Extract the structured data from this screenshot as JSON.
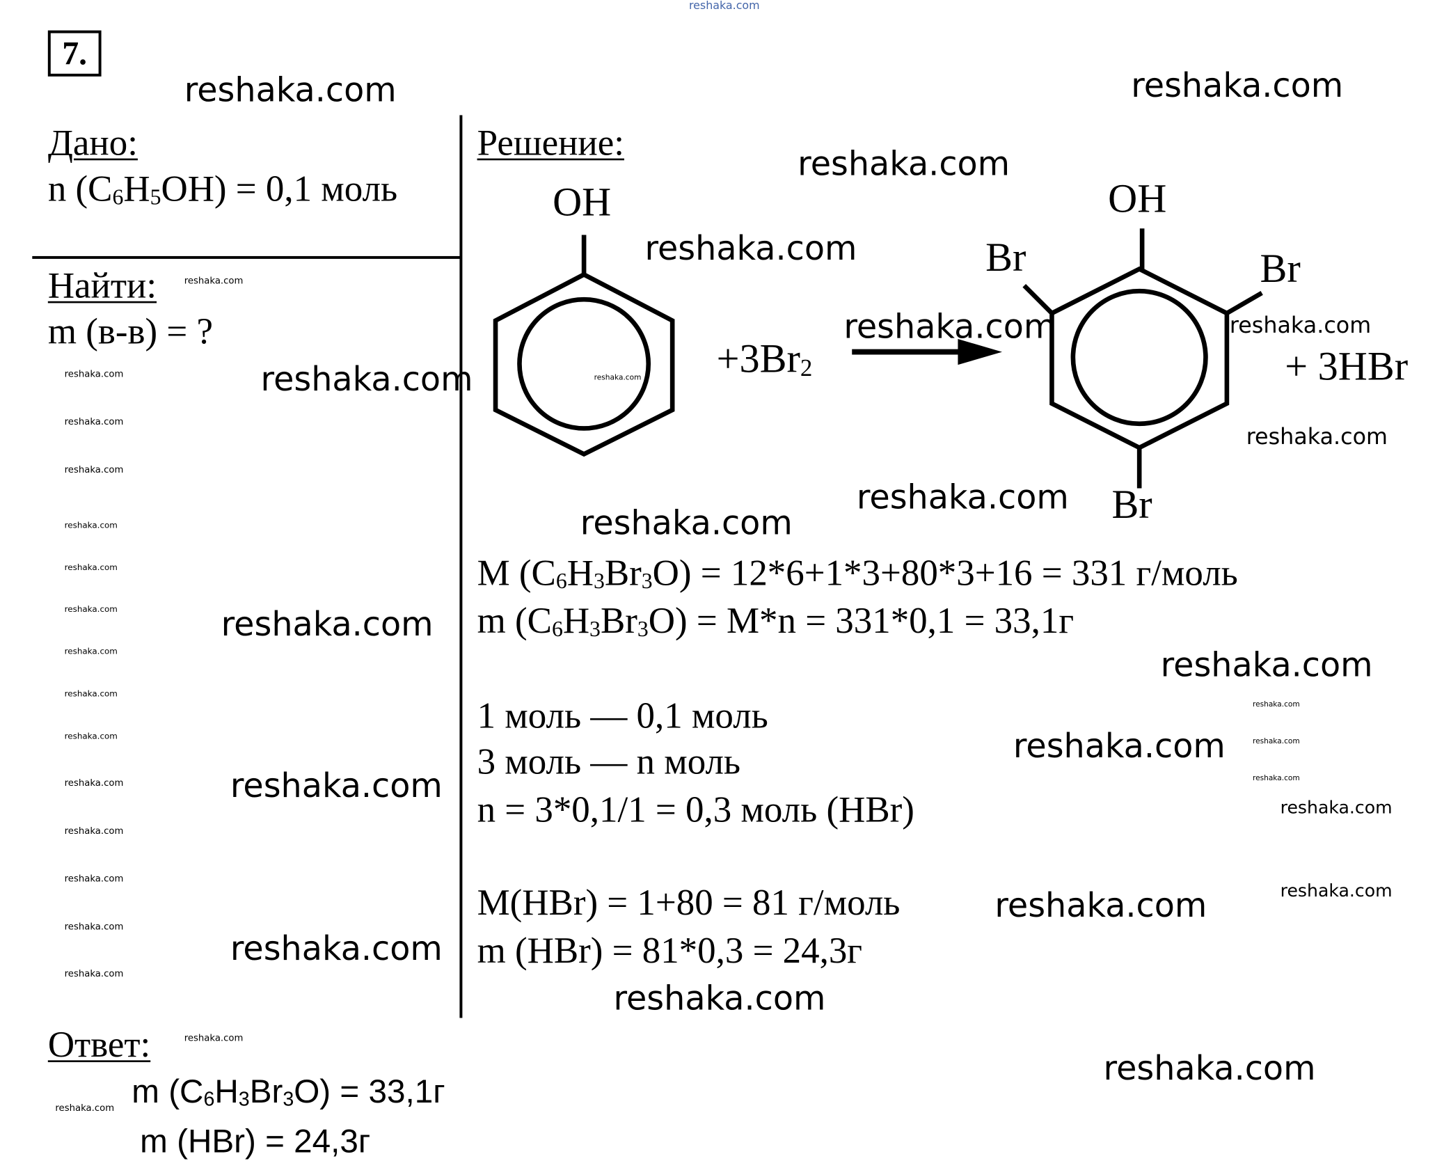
{
  "watermark": "reshaka.com",
  "task_number": "7.",
  "given": {
    "heading": "Дано:",
    "line": [
      "n (C",
      "6",
      "H",
      "5",
      "OH) = 0,1 моль"
    ]
  },
  "find": {
    "heading": "Найти:",
    "line": "m (в-в) = ?"
  },
  "solution": {
    "heading": "Решение:",
    "reaction": {
      "oh_left": "OH",
      "reagent": [
        "+3Br",
        "2"
      ],
      "oh_right": "OH",
      "br": "Br",
      "product2": "+ 3HBr"
    },
    "lines": {
      "molar_mass": [
        "M (C",
        "6",
        "H",
        "3",
        "Br",
        "3",
        "O) = 12*6+1*3+80*3+16 = 331 г/моль"
      ],
      "mass": [
        "m (C",
        "6",
        "H",
        "3",
        "Br",
        "3",
        "O) = M*n = 331*0,1 = 33,1г"
      ],
      "prop1": "1 моль — 0,1 моль",
      "prop2": "3 моль — n моль",
      "n_hbr": "n = 3*0,1/1 = 0,3 моль (HBr)",
      "m_hbr_molar": "M(HBr) = 1+80 = 81 г/моль",
      "m_hbr": "m (HBr) = 81*0,3 = 24,3г"
    }
  },
  "answer": {
    "heading": "Ответ:",
    "line1": [
      "m (C",
      "6",
      "H",
      "3",
      "Br",
      "3",
      "O) = 33,1г"
    ],
    "line2": "m (HBr) = 24,3г"
  }
}
